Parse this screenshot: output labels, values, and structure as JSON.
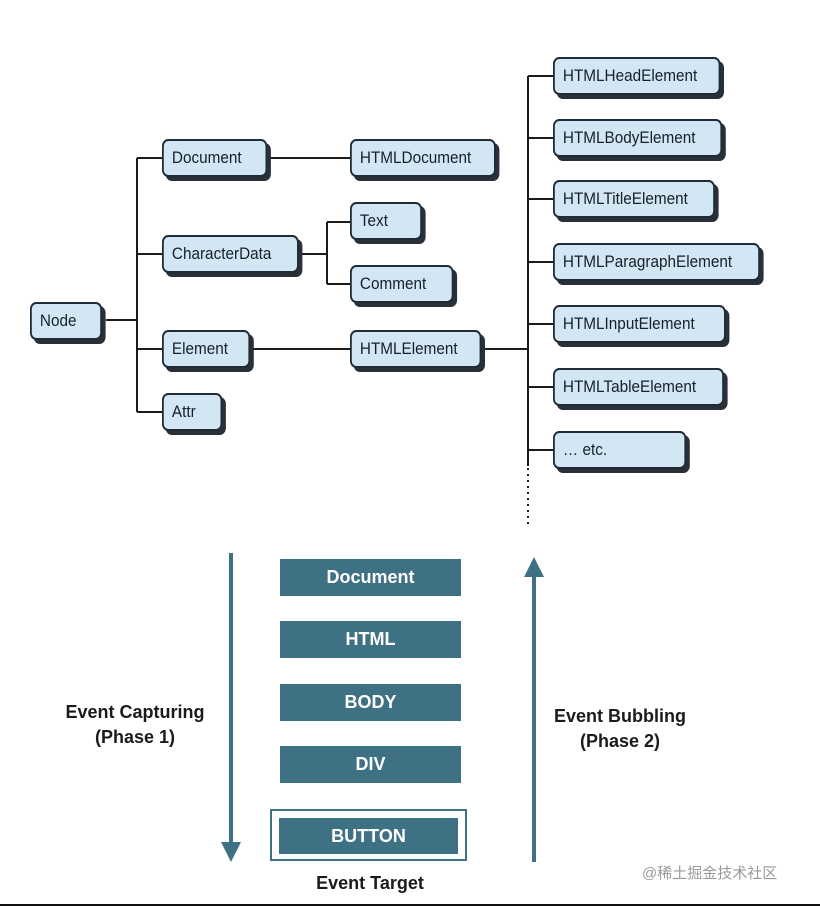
{
  "tree": {
    "root": "Node",
    "level1": [
      "Document",
      "CharacterData",
      "Element",
      "Attr"
    ],
    "document_child": "HTMLDocument",
    "characterdata_children": [
      "Text",
      "Comment"
    ],
    "element_child": "HTMLElement",
    "htmlelement_children": [
      "HTMLHeadElement",
      "HTMLBodyElement",
      "HTMLTitleElement",
      "HTMLParagraphElement",
      "HTMLInputElement",
      "HTMLTableElement",
      "… etc."
    ]
  },
  "event_flow": {
    "layers": [
      "Document",
      "HTML",
      "BODY",
      "DIV",
      "BUTTON"
    ],
    "capturing_label": [
      "Event Capturing",
      "(Phase 1)"
    ],
    "bubbling_label": [
      "Event Bubbling",
      "(Phase 2)"
    ],
    "target_label": "Event Target"
  },
  "watermark": "@稀土掘金技术社区",
  "colors": {
    "node_fill": "#d3e6f3",
    "node_border": "#1f2b36",
    "layer_fill": "#3f7185",
    "arrow": "#3f7185"
  }
}
